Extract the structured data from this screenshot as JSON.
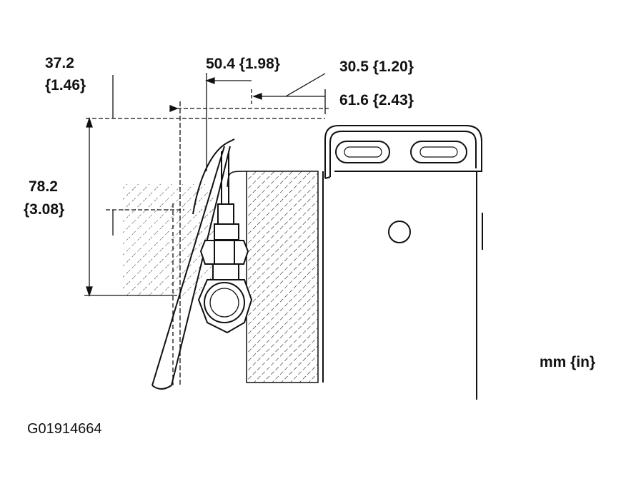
{
  "dimensions": {
    "d1_value": "37.2",
    "d1_in": "{1.46}",
    "d2": "50.4 {1.98}",
    "d3": "30.5 {1.20}",
    "d4": "61.6 {2.43}",
    "d5_value": "78.2",
    "d5_in": "{3.08}"
  },
  "units_label": "mm {in}",
  "figure_id": "G01914664",
  "colors": {
    "ink": "#111111",
    "paper": "#ffffff"
  }
}
